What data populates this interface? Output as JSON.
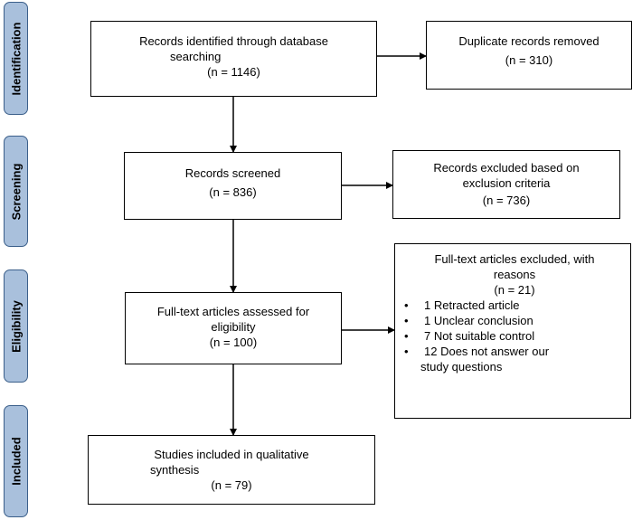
{
  "phases": [
    {
      "label": "Identification"
    },
    {
      "label": "Screening"
    },
    {
      "label": "Eligibility"
    },
    {
      "label": "Included"
    }
  ],
  "boxes": {
    "identified": {
      "line1": "Records identified through database",
      "line2": "searching",
      "line3": "(n = 1146)"
    },
    "duplicates": {
      "line1": "Duplicate records removed",
      "line2": "(n = 310)"
    },
    "screened": {
      "line1": "Records screened",
      "line2": "(n = 836)"
    },
    "excluded_screen": {
      "line1": "Records excluded based on",
      "line2": "exclusion criteria",
      "line3": "(n = 736)"
    },
    "fulltext": {
      "line1": "Full-text articles assessed for",
      "line2": "eligibility",
      "line3": "(n = 100)"
    },
    "excluded_fulltext": {
      "line1": "Full-text articles excluded, with",
      "line2": "reasons",
      "line3": "(n = 21)",
      "reasons": [
        "1 Retracted article",
        "1 Unclear conclusion",
        "7 Not suitable control",
        "12 Does not answer our",
        "study questions"
      ]
    },
    "included": {
      "line1": "Studies included in qualitative",
      "line2": "synthesis",
      "line3": "(n = 79)"
    }
  }
}
